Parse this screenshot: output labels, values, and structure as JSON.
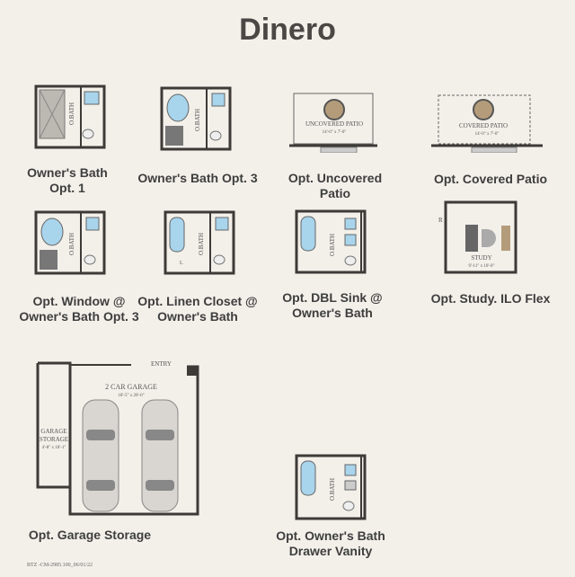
{
  "title": "Dinero",
  "options": [
    {
      "label_lines": [
        "Owner's Bath",
        "Opt. 1"
      ],
      "plan_text": "O.BATH"
    },
    {
      "label_lines": [
        "Owner's Bath Opt. 3"
      ],
      "plan_text": "O.BATH"
    },
    {
      "label_lines": [
        "Opt. Uncovered",
        "Patio"
      ],
      "plan_text": "UNCOVERED PATIO",
      "plan_dim": "14'-0\" x 7'-0\""
    },
    {
      "label_lines": [
        "Opt. Covered Patio"
      ],
      "plan_text": "COVERED PATIO",
      "plan_dim": "14'-0\" x 7'-0\""
    },
    {
      "label_lines": [
        "Opt. Window @",
        "Owner's Bath Opt. 3"
      ],
      "plan_text": "O.BATH"
    },
    {
      "label_lines": [
        "Opt. Linen Closet @",
        "Owner's Bath"
      ],
      "plan_text": "O.BATH",
      "closet_mark": "L"
    },
    {
      "label_lines": [
        "Opt. DBL Sink @",
        "Owner's Bath"
      ],
      "plan_text": "O.BATH"
    },
    {
      "label_lines": [
        "Opt. Study. ILO Flex"
      ],
      "plan_text": "STUDY",
      "plan_dim": "9'-11\" x 10'-0\"",
      "edge_mark": "R"
    },
    {
      "label_lines": [
        "Opt. Garage Storage"
      ],
      "plan_text": "2 CAR GARAGE",
      "plan_dim": "18'-5\" x 20'-0\"",
      "storage_text_1": "GARAGE",
      "storage_text_2": "STORAGE",
      "storage_dim": "4'-8\" x 18'-1\"",
      "entry": "ENTRY"
    },
    {
      "label_lines": [
        "Opt. Owner's Bath",
        "Drawer Vanity"
      ],
      "plan_text": "O.BATH"
    }
  ],
  "footer_code": "BTZ -CM-2985.100_06/01/22",
  "colors": {
    "background": "#f3f0ea",
    "wall": "#3d3a38",
    "fixture_blue": "#a8d4ec",
    "table_tan": "#b49c7a"
  }
}
